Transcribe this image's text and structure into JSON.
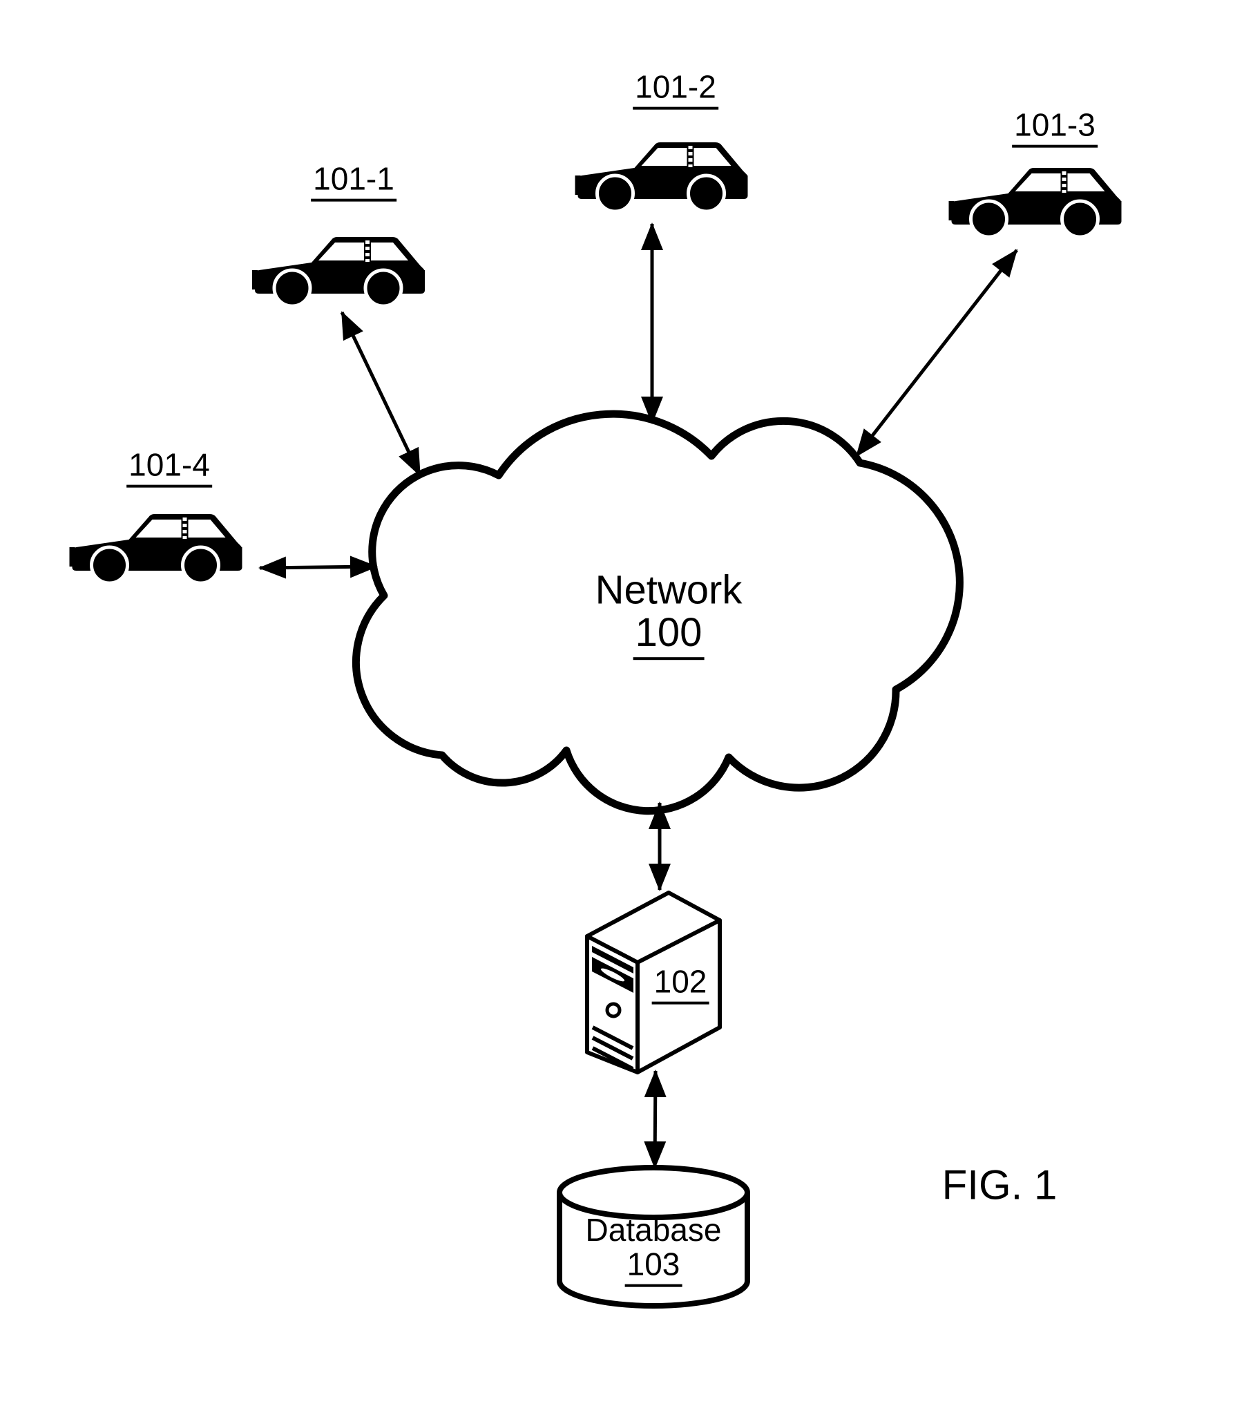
{
  "figure": {
    "caption": "FIG. 1",
    "network": {
      "name": "Network",
      "ref": "100"
    },
    "vehicles": [
      {
        "ref": "101-1"
      },
      {
        "ref": "101-2"
      },
      {
        "ref": "101-3"
      },
      {
        "ref": "101-4"
      }
    ],
    "server": {
      "ref": "102"
    },
    "database": {
      "name": "Database",
      "ref": "103"
    },
    "icons": {
      "vehicle": "car-icon",
      "network": "cloud-icon",
      "server": "server-tower-icon",
      "database": "database-cylinder-icon",
      "link": "double-headed-arrow-icon"
    },
    "colors": {
      "ink": "#000000",
      "background": "#ffffff"
    },
    "connections": [
      {
        "from": "101-1",
        "to": "100",
        "type": "bidirectional"
      },
      {
        "from": "101-2",
        "to": "100",
        "type": "bidirectional"
      },
      {
        "from": "101-3",
        "to": "100",
        "type": "bidirectional"
      },
      {
        "from": "101-4",
        "to": "100",
        "type": "bidirectional"
      },
      {
        "from": "100",
        "to": "102",
        "type": "bidirectional"
      },
      {
        "from": "102",
        "to": "103",
        "type": "bidirectional"
      }
    ]
  }
}
